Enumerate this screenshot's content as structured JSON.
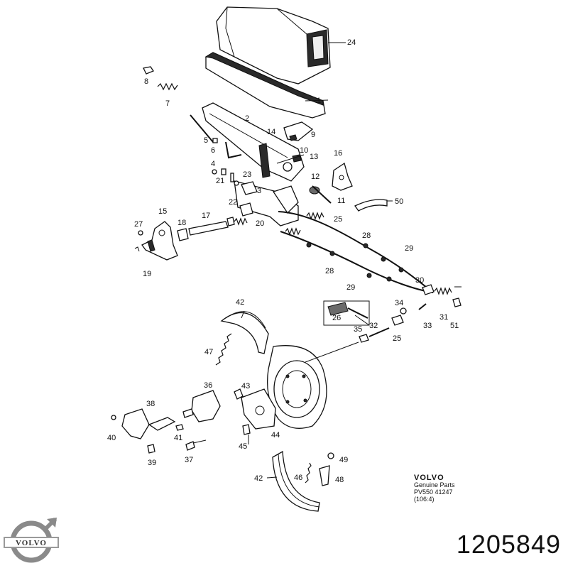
{
  "diagram": {
    "callouts": [
      "24",
      "1",
      "8",
      "7",
      "14",
      "9",
      "2",
      "5",
      "6",
      "10",
      "13",
      "16",
      "4",
      "23",
      "21",
      "12",
      "3",
      "11",
      "50",
      "22",
      "15",
      "27",
      "18",
      "17",
      "20",
      "25",
      "28",
      "29",
      "19",
      "30",
      "42",
      "34",
      "26",
      "32",
      "33",
      "31",
      "51",
      "35",
      "47",
      "36",
      "43",
      "38",
      "40",
      "44",
      "41",
      "45",
      "39",
      "37",
      "49",
      "46",
      "48"
    ]
  },
  "stamp": {
    "brand": "VOLVO",
    "line1": "Genuine Parts",
    "line2": "PV550 41247",
    "line3": "(106:4)"
  },
  "logo": {
    "text": "VOLVO"
  },
  "part_number": "1205849"
}
